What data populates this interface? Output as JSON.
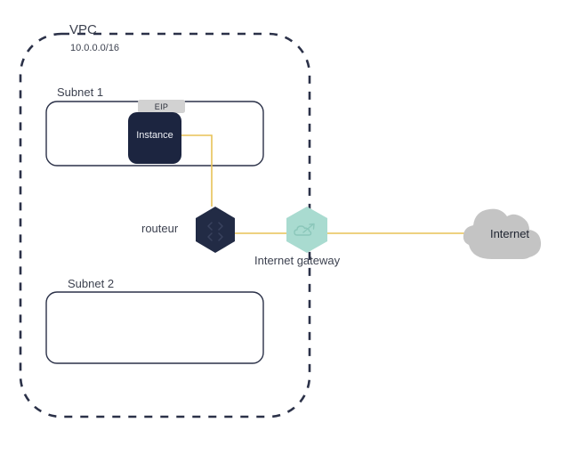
{
  "diagram": {
    "type": "cloud-network-architecture",
    "background": "#ffffff",
    "containers": [
      {
        "id": "vpc",
        "name": "VPC",
        "title": "VPC",
        "subtitle": "10.0.0.0/16",
        "border_style": "dashed",
        "border_color": "#2b3148"
      },
      {
        "id": "subnet-1",
        "name": "Subnet 1",
        "title": "Subnet 1",
        "border_style": "solid",
        "border_color": "#2b3148"
      },
      {
        "id": "subnet-2",
        "name": "Subnet 2",
        "title": "Subnet 2",
        "border_style": "solid",
        "border_color": "#2b3148"
      }
    ],
    "nodes": [
      {
        "id": "instance",
        "label": "Instance",
        "shape": "rounded-rect",
        "fill": "#1c2540",
        "text_color": "#eef0f5",
        "badge": "EIP",
        "badge_fill": "#d2d2d2",
        "badge_text_color": "#2b2f3a"
      },
      {
        "id": "router",
        "label": "routeur",
        "shape": "hexagon",
        "fill": "#222b45",
        "icon": "router-arrows-icon"
      },
      {
        "id": "internet-gateway",
        "label": "Internet gateway",
        "shape": "hexagon",
        "fill": "#a9dbd0",
        "icon": "cloud-arrow-icon"
      },
      {
        "id": "internet",
        "label": "Internet",
        "shape": "cloud",
        "fill": "#c4c4c4",
        "text_color": "#1f2430"
      }
    ],
    "connections": [
      {
        "from": "instance",
        "to": "router",
        "color": "#e8c257",
        "style": "orthogonal"
      },
      {
        "from": "router",
        "to": "internet-gateway",
        "color": "#e8c257",
        "style": "straight"
      },
      {
        "from": "internet-gateway",
        "to": "internet",
        "color": "#e8c257",
        "style": "straight"
      }
    ],
    "labels": {
      "vpc_title": "VPC",
      "vpc_cidr": "10.0.0.0/16",
      "subnet1_title": "Subnet 1",
      "subnet2_title": "Subnet 2",
      "eip_badge": "EIP",
      "instance": "Instance",
      "router": "routeur",
      "internet_gateway": "Internet gateway",
      "internet": "Internet"
    },
    "colors": {
      "line_yellow": "#e8c257",
      "navy": "#1c2540",
      "navy_dark": "#222b45",
      "mint": "#a9dbd0",
      "gray_cloud": "#c4c4c4",
      "gray_badge": "#d2d2d2",
      "stroke": "#2b3148",
      "text": "#3d4250"
    }
  }
}
